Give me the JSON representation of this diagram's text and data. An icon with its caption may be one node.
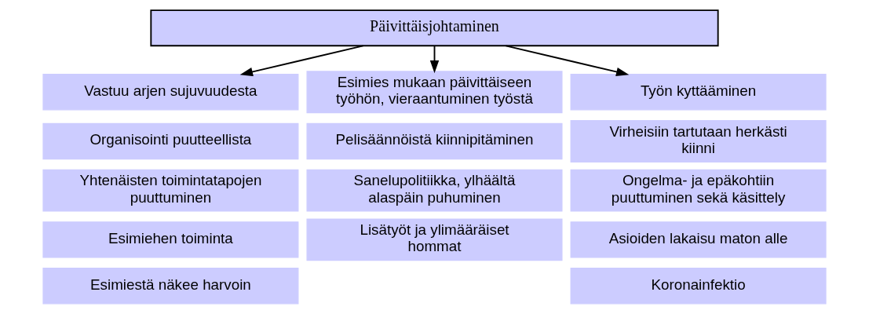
{
  "diagram": {
    "nodes": [
      {
        "text": [
          "Päivittäisjohtaminen"
        ]
      },
      {
        "text": [
          "Vastuu arjen sujuvuudesta"
        ]
      },
      {
        "text": [
          "Organisointi puutteellista"
        ]
      },
      {
        "text": [
          "Yhtenäisten toimintatapojen puuttuminen"
        ]
      },
      {
        "text": [
          "Esimiehen toiminta"
        ]
      },
      {
        "text": [
          "Esimiestä näkee harvoin"
        ]
      },
      {
        "text": [
          "Esimies mukaan päivittäiseen työhön, vieraantuminen työstä"
        ]
      },
      {
        "text": [
          "Pelisäännöistä kiinnipitäminen"
        ]
      },
      {
        "text": [
          "Sanelupolitiikka, ylhäältä alaspäin puhuminen"
        ]
      },
      {
        "text": [
          "Lisätyöt ja ylimääräiset hommat"
        ]
      },
      {
        "text": [
          "Työn kyttääminen"
        ]
      },
      {
        "text": [
          "Virheisiin tartutaan herkästi kiinni"
        ]
      },
      {
        "text": [
          "Ongelma- ja epäkohtiin puuttuminen sekä käsittely"
        ]
      },
      {
        "text": [
          "Asioiden lakaisu maton alle"
        ]
      },
      {
        "text": [
          "Koronainfektio"
        ]
      }
    ],
    "edges": [
      {
        "from": 0,
        "to": 1,
        "arrow": "to"
      },
      {
        "from": 0,
        "to": 6,
        "arrow": "to"
      },
      {
        "from": 0,
        "to": 10,
        "arrow": "to"
      }
    ]
  }
}
